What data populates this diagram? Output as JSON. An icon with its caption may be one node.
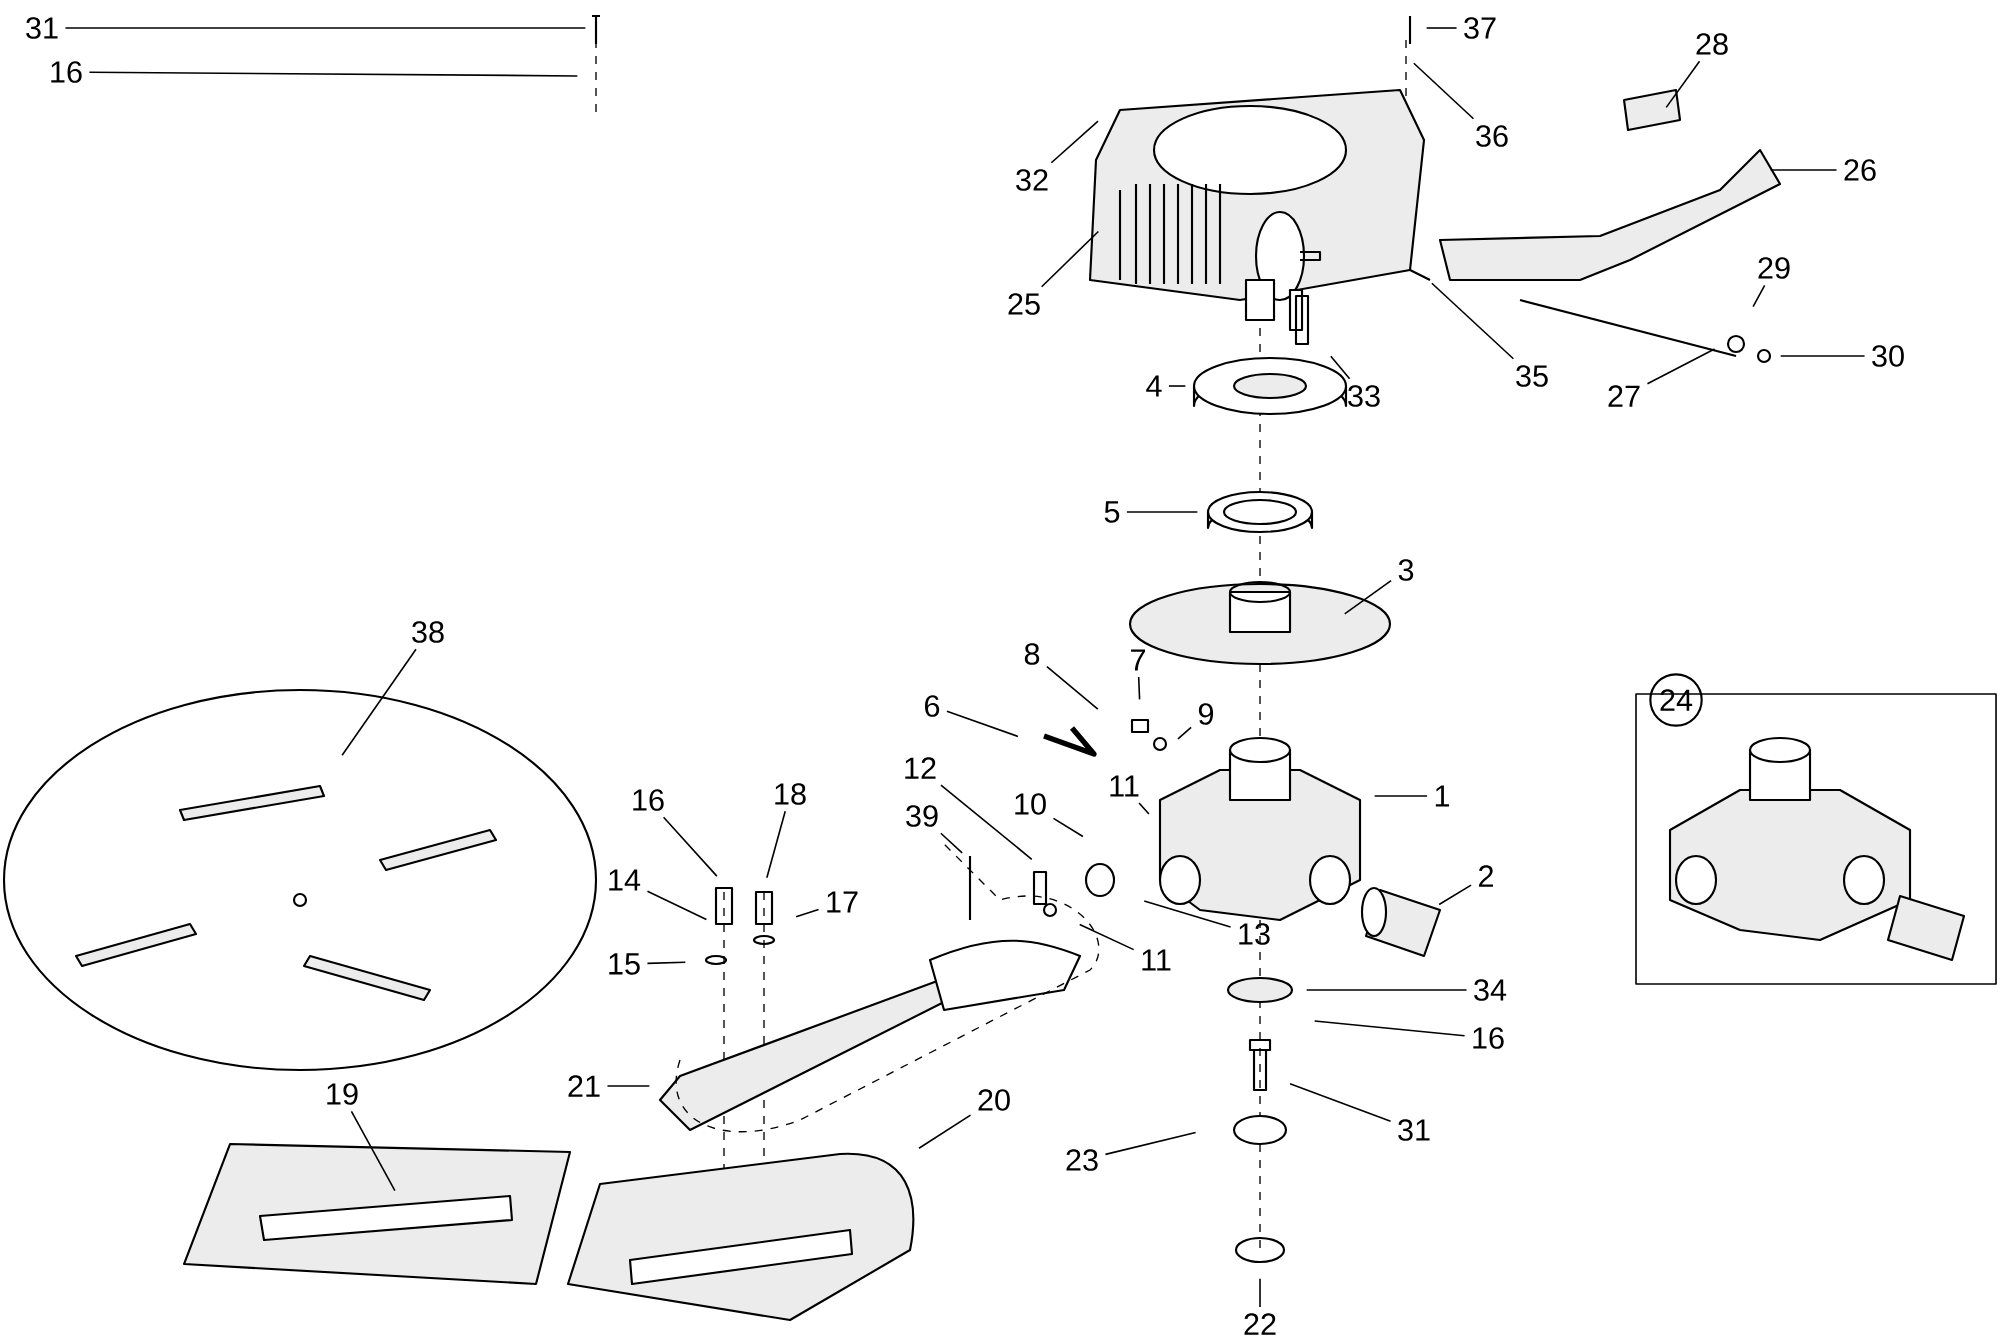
{
  "diagram": {
    "nodes": [
      {
        "text": [
          "31"
        ]
      },
      {
        "text": [
          "16"
        ]
      },
      {
        "text": [
          "32"
        ]
      },
      {
        "text": [
          "37"
        ]
      },
      {
        "text": [
          "36"
        ]
      },
      {
        "text": [
          "28"
        ]
      },
      {
        "text": [
          "26"
        ]
      },
      {
        "text": [
          "25"
        ]
      },
      {
        "text": [
          "33"
        ]
      },
      {
        "text": [
          "35"
        ]
      },
      {
        "text": [
          "29"
        ]
      },
      {
        "text": [
          "30"
        ]
      },
      {
        "text": [
          "27"
        ]
      },
      {
        "text": [
          "4"
        ]
      },
      {
        "text": [
          "5"
        ]
      },
      {
        "text": [
          "3"
        ]
      },
      {
        "text": [
          "8"
        ]
      },
      {
        "text": [
          "7"
        ]
      },
      {
        "text": [
          "6"
        ]
      },
      {
        "text": [
          "9"
        ]
      },
      {
        "text": [
          "11"
        ]
      },
      {
        "text": [
          "10"
        ]
      },
      {
        "text": [
          "1"
        ]
      },
      {
        "text": [
          "2"
        ]
      },
      {
        "text": [
          "38"
        ]
      },
      {
        "text": [
          "16"
        ]
      },
      {
        "text": [
          "18"
        ]
      },
      {
        "text": [
          "14"
        ]
      },
      {
        "text": [
          "17"
        ]
      },
      {
        "text": [
          "15"
        ]
      },
      {
        "text": [
          "12"
        ]
      },
      {
        "text": [
          "39"
        ]
      },
      {
        "text": [
          "13"
        ]
      },
      {
        "text": [
          "11"
        ]
      },
      {
        "text": [
          "34"
        ]
      },
      {
        "text": [
          "16"
        ]
      },
      {
        "text": [
          "31"
        ]
      },
      {
        "text": [
          "23"
        ]
      },
      {
        "text": [
          "22"
        ]
      },
      {
        "text": [
          "21"
        ]
      },
      {
        "text": [
          "20"
        ]
      },
      {
        "text": [
          "19"
        ]
      },
      {
        "text": [
          "24"
        ]
      },
      {
        "text": [],
        "shape": "box"
      }
    ],
    "edges": [
      {
        "from": 0,
        "to": null,
        "arrow": "none"
      },
      {
        "from": 1,
        "to": null,
        "arrow": "none"
      },
      {
        "from": 2,
        "to": null,
        "arrow": "none"
      },
      {
        "from": 3,
        "to": null,
        "arrow": "none"
      },
      {
        "from": 4,
        "to": null,
        "arrow": "none"
      },
      {
        "from": 5,
        "to": null,
        "arrow": "none"
      },
      {
        "from": 6,
        "to": null,
        "arrow": "none"
      },
      {
        "from": 7,
        "to": null,
        "arrow": "none"
      },
      {
        "from": 8,
        "to": null,
        "arrow": "none"
      },
      {
        "from": 9,
        "to": null,
        "arrow": "none"
      },
      {
        "from": 10,
        "to": null,
        "arrow": "none"
      },
      {
        "from": 11,
        "to": null,
        "arrow": "none"
      },
      {
        "from": 12,
        "to": null,
        "arrow": "none"
      },
      {
        "from": 13,
        "to": null,
        "arrow": "none"
      },
      {
        "from": 14,
        "to": null,
        "arrow": "none"
      },
      {
        "from": 15,
        "to": null,
        "arrow": "none"
      },
      {
        "from": 16,
        "to": null,
        "arrow": "none"
      },
      {
        "from": 17,
        "to": null,
        "arrow": "none"
      },
      {
        "from": 18,
        "to": null,
        "arrow": "none"
      },
      {
        "from": 19,
        "to": null,
        "arrow": "none"
      },
      {
        "from": 20,
        "to": null,
        "arrow": "none"
      },
      {
        "from": 21,
        "to": null,
        "arrow": "none"
      },
      {
        "from": 22,
        "to": null,
        "arrow": "none"
      },
      {
        "from": 23,
        "to": null,
        "arrow": "none"
      },
      {
        "from": 24,
        "to": null,
        "arrow": "none"
      },
      {
        "from": 25,
        "to": null,
        "arrow": "none"
      },
      {
        "from": 26,
        "to": null,
        "arrow": "none"
      },
      {
        "from": 27,
        "to": null,
        "arrow": "none"
      },
      {
        "from": 28,
        "to": null,
        "arrow": "none"
      },
      {
        "from": 29,
        "to": null,
        "arrow": "none"
      },
      {
        "from": 30,
        "to": null,
        "arrow": "none"
      },
      {
        "from": 31,
        "to": null,
        "arrow": "none"
      },
      {
        "from": 32,
        "to": null,
        "arrow": "none"
      },
      {
        "from": 33,
        "to": null,
        "arrow": "none"
      },
      {
        "from": 34,
        "to": null,
        "arrow": "none"
      },
      {
        "from": 35,
        "to": null,
        "arrow": "none"
      },
      {
        "from": 36,
        "to": null,
        "arrow": "none"
      },
      {
        "from": 37,
        "to": null,
        "arrow": "none"
      },
      {
        "from": 38,
        "to": null,
        "arrow": "none"
      },
      {
        "from": 39,
        "to": null,
        "arrow": "none"
      },
      {
        "from": 40,
        "to": null,
        "arrow": "none"
      },
      {
        "from": 41,
        "to": null,
        "arrow": "none"
      }
    ]
  }
}
